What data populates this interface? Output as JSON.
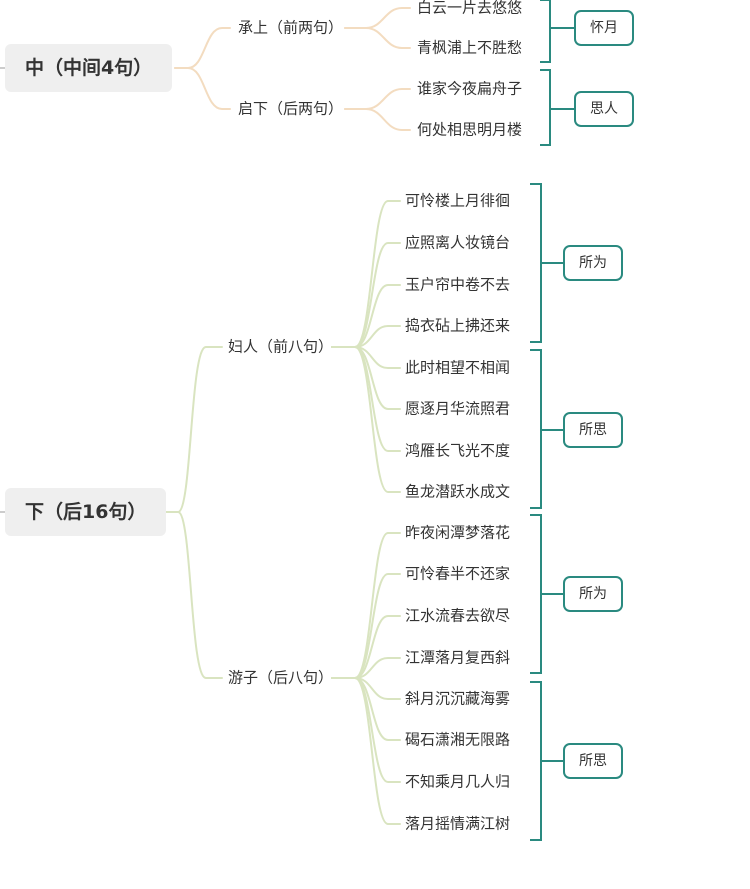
{
  "sections": [
    {
      "title": "中（中间4句）",
      "groups": [
        {
          "label": "承上（前两句）",
          "lines": [
            "白云一片去悠悠",
            "青枫浦上不胜愁"
          ]
        },
        {
          "label": "启下（后两句）",
          "lines": [
            "谁家今夜扁舟子",
            "何处相思明月楼"
          ]
        }
      ],
      "tags": [
        "怀月",
        "思人"
      ]
    },
    {
      "title": "下（后16句）",
      "groups": [
        {
          "label": "妇人（前八句）",
          "lines": [
            "可怜楼上月徘徊",
            "应照离人妆镜台",
            "玉户帘中卷不去",
            "捣衣砧上拂还来",
            "此时相望不相闻",
            "愿逐月华流照君",
            "鸿雁长飞光不度",
            "鱼龙潜跃水成文"
          ]
        },
        {
          "label": "游子（后八句）",
          "lines": [
            "昨夜闲潭梦落花",
            "可怜春半不还家",
            "江水流春去欲尽",
            "江潭落月复西斜",
            "斜月沉沉藏海雾",
            "碣石潇湘无限路",
            "不知乘月几人归",
            "落月摇情满江树"
          ]
        }
      ],
      "tags": [
        "所为",
        "所思",
        "所为",
        "所思"
      ]
    }
  ],
  "colors": {
    "branch_mid": "#f3dcc0",
    "branch_low": "#d9e4c0",
    "bracket": "#2a8a80",
    "root_bg": "#efefef",
    "text": "#333333"
  }
}
